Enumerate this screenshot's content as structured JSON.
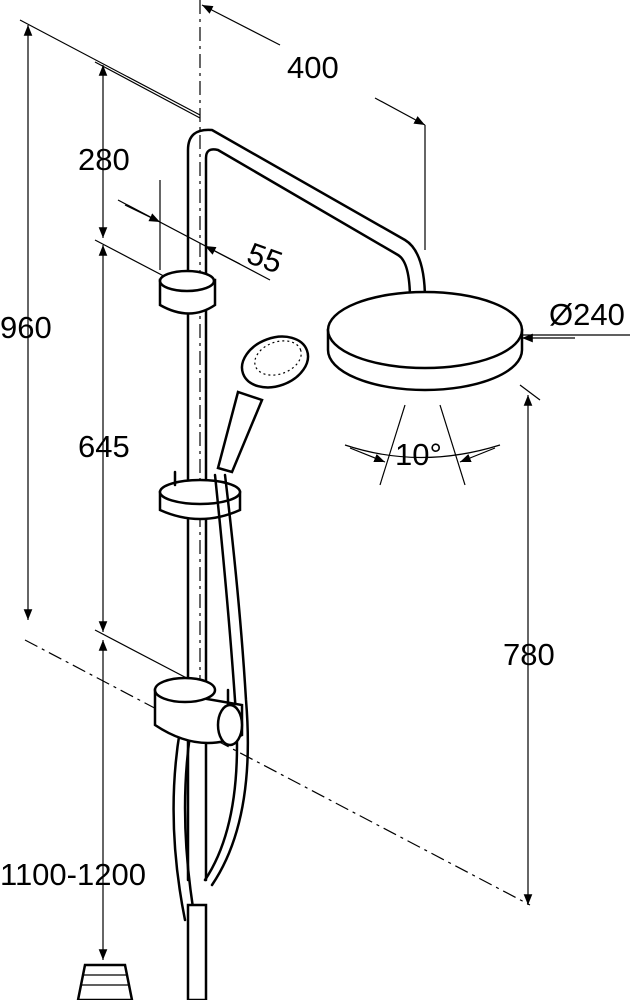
{
  "dimensions": {
    "arm_length": "400",
    "top_section": "280",
    "offset": "55",
    "total_height": "960",
    "rail_length": "645",
    "mount_height": "1100-1200",
    "head_diameter": "Ø240",
    "tilt_angle": "10°",
    "head_height": "780"
  }
}
